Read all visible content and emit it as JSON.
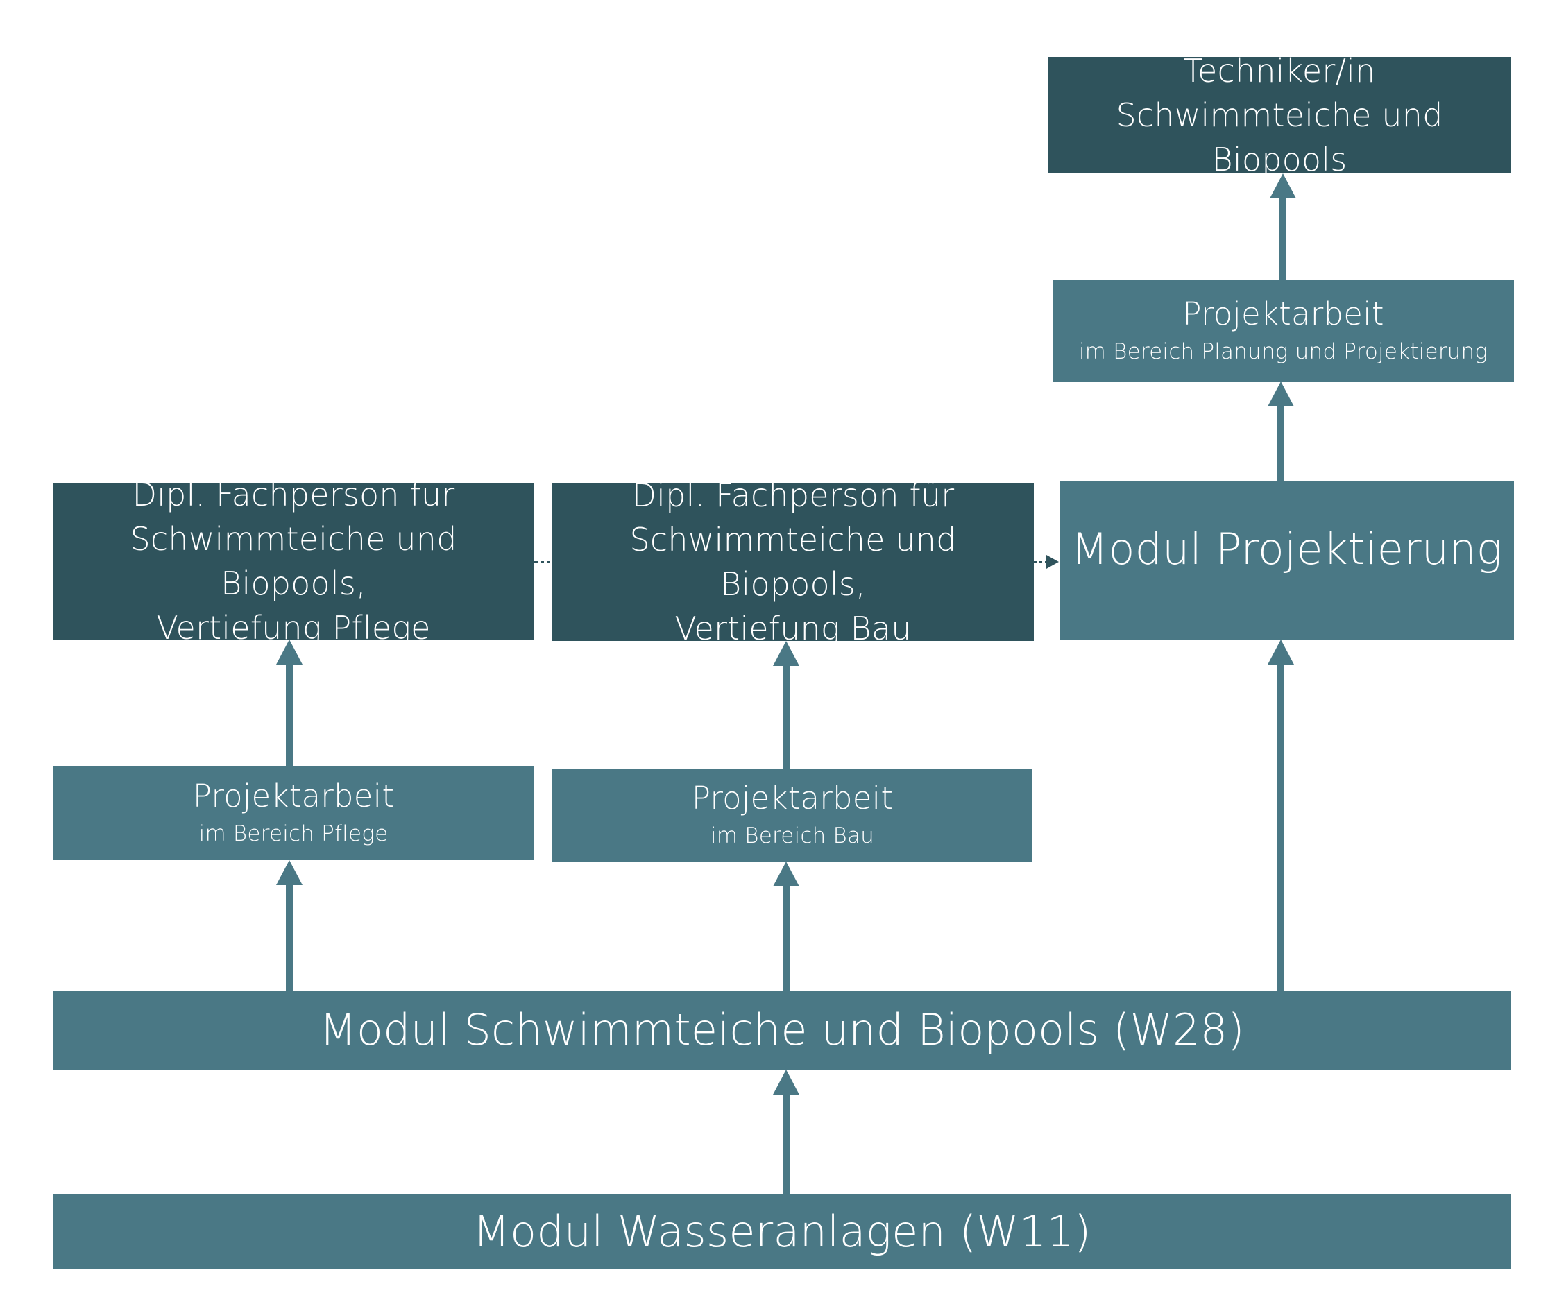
{
  "colors": {
    "dark_box": "#2f535c",
    "light_box": "#4a7885",
    "arrow": "#4a7885",
    "dashed_connector": "#2f535c",
    "text": "#ffffff",
    "background": "#ffffff"
  },
  "nodes": {
    "techniker": {
      "line1": "Techniker/in",
      "line2": "Schwimmteiche und Biopools"
    },
    "projektarbeit_planung": {
      "title": "Projektarbeit",
      "subtitle": "im Bereich Planung und Projektierung"
    },
    "fachperson_pflege": {
      "line1": "Dipl. Fachperson für",
      "line2": "Schwimmteiche und Biopools,",
      "line3": "Vertiefung Pflege"
    },
    "fachperson_bau": {
      "line1": "Dipl. Fachperson für",
      "line2": "Schwimmteiche und Biopools,",
      "line3": "Vertiefung Bau"
    },
    "modul_projektierung": {
      "title": "Modul Projektierung"
    },
    "projektarbeit_pflege": {
      "title": "Projektarbeit",
      "subtitle": "im Bereich Pflege"
    },
    "projektarbeit_bau": {
      "title": "Projektarbeit",
      "subtitle": "im Bereich Bau"
    },
    "modul_w28": {
      "title": "Modul Schwimmteiche und Biopools (W28)"
    },
    "modul_w11": {
      "title": "Modul Wasseranlagen (W11)"
    }
  },
  "edges": [
    {
      "from": "modul_w11",
      "to": "modul_w28",
      "style": "solid"
    },
    {
      "from": "modul_w28",
      "to": "projektarbeit_pflege",
      "style": "solid"
    },
    {
      "from": "modul_w28",
      "to": "projektarbeit_bau",
      "style": "solid"
    },
    {
      "from": "modul_w28",
      "to": "modul_projektierung",
      "style": "solid"
    },
    {
      "from": "projektarbeit_pflege",
      "to": "fachperson_pflege",
      "style": "solid"
    },
    {
      "from": "projektarbeit_bau",
      "to": "fachperson_bau",
      "style": "solid"
    },
    {
      "from": "modul_projektierung",
      "to": "projektarbeit_planung",
      "style": "solid"
    },
    {
      "from": "projektarbeit_planung",
      "to": "techniker",
      "style": "solid"
    },
    {
      "from": "fachperson_pflege",
      "to": "fachperson_bau",
      "style": "dashed"
    },
    {
      "from": "fachperson_bau",
      "to": "modul_projektierung",
      "style": "dashed"
    }
  ]
}
